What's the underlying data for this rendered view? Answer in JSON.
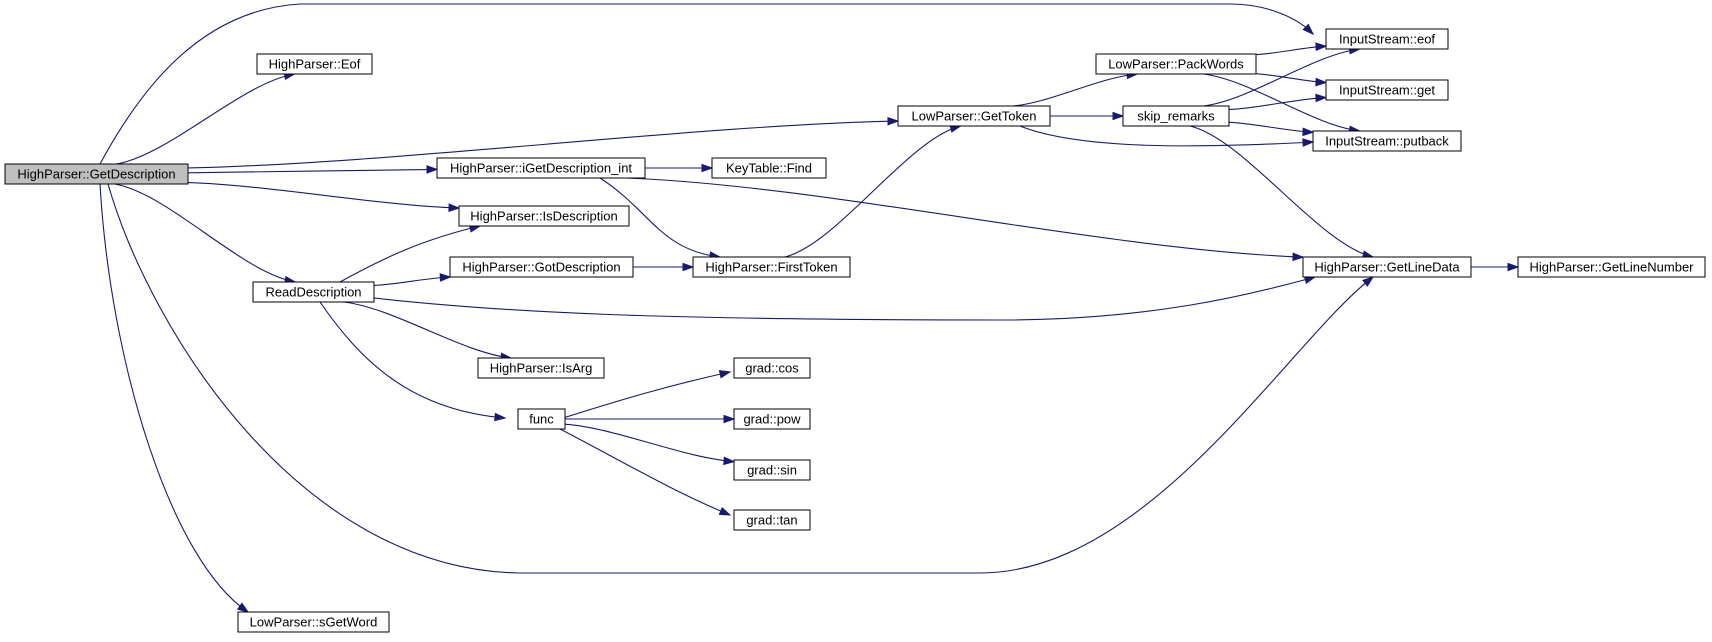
{
  "graph": {
    "root": "HighParser::GetDescription",
    "nodes": [
      {
        "id": "n_getdesc",
        "label": "HighParser::GetDescription",
        "root": true
      },
      {
        "id": "n_eof",
        "label": "HighParser::Eof"
      },
      {
        "id": "n_gettoken",
        "label": "LowParser::GetToken"
      },
      {
        "id": "n_igetdesc",
        "label": "HighParser::iGetDescription_int"
      },
      {
        "id": "n_isdesc",
        "label": "HighParser::IsDescription"
      },
      {
        "id": "n_readdesc",
        "label": "ReadDescription"
      },
      {
        "id": "n_sgetword",
        "label": "LowParser::sGetWord"
      },
      {
        "id": "n_find",
        "label": "KeyTable::Find"
      },
      {
        "id": "n_gotdesc",
        "label": "HighParser::GotDescription"
      },
      {
        "id": "n_firsttoken",
        "label": "HighParser::FirstToken"
      },
      {
        "id": "n_isarg",
        "label": "HighParser::IsArg"
      },
      {
        "id": "n_func",
        "label": "func"
      },
      {
        "id": "n_cos",
        "label": "grad::cos"
      },
      {
        "id": "n_pow",
        "label": "grad::pow"
      },
      {
        "id": "n_sin",
        "label": "grad::sin"
      },
      {
        "id": "n_tan",
        "label": "grad::tan"
      },
      {
        "id": "n_packwords",
        "label": "LowParser::PackWords"
      },
      {
        "id": "n_skip",
        "label": "skip_remarks"
      },
      {
        "id": "n_is_eof",
        "label": "InputStream::eof"
      },
      {
        "id": "n_is_get",
        "label": "InputStream::get"
      },
      {
        "id": "n_is_putback",
        "label": "InputStream::putback"
      },
      {
        "id": "n_getlinedata",
        "label": "HighParser::GetLineData"
      },
      {
        "id": "n_getlinenumber",
        "label": "HighParser::GetLineNumber"
      }
    ],
    "edges": [
      {
        "from": "n_getdesc",
        "to": "n_eof"
      },
      {
        "from": "n_getdesc",
        "to": "n_is_eof"
      },
      {
        "from": "n_getdesc",
        "to": "n_gettoken"
      },
      {
        "from": "n_getdesc",
        "to": "n_igetdesc"
      },
      {
        "from": "n_getdesc",
        "to": "n_isdesc"
      },
      {
        "from": "n_getdesc",
        "to": "n_readdesc"
      },
      {
        "from": "n_getdesc",
        "to": "n_getlinedata"
      },
      {
        "from": "n_getdesc",
        "to": "n_sgetword"
      },
      {
        "from": "n_igetdesc",
        "to": "n_find"
      },
      {
        "from": "n_igetdesc",
        "to": "n_firsttoken"
      },
      {
        "from": "n_igetdesc",
        "to": "n_getlinedata"
      },
      {
        "from": "n_readdesc",
        "to": "n_isdesc"
      },
      {
        "from": "n_readdesc",
        "to": "n_gotdesc"
      },
      {
        "from": "n_readdesc",
        "to": "n_getlinedata"
      },
      {
        "from": "n_readdesc",
        "to": "n_isarg"
      },
      {
        "from": "n_readdesc",
        "to": "n_func"
      },
      {
        "from": "n_gotdesc",
        "to": "n_firsttoken"
      },
      {
        "from": "n_firsttoken",
        "to": "n_gettoken"
      },
      {
        "from": "n_gettoken",
        "to": "n_packwords"
      },
      {
        "from": "n_gettoken",
        "to": "n_skip"
      },
      {
        "from": "n_gettoken",
        "to": "n_is_putback"
      },
      {
        "from": "n_packwords",
        "to": "n_is_eof"
      },
      {
        "from": "n_packwords",
        "to": "n_is_get"
      },
      {
        "from": "n_packwords",
        "to": "n_is_putback"
      },
      {
        "from": "n_skip",
        "to": "n_is_eof"
      },
      {
        "from": "n_skip",
        "to": "n_is_get"
      },
      {
        "from": "n_skip",
        "to": "n_is_putback"
      },
      {
        "from": "n_skip",
        "to": "n_getlinedata"
      },
      {
        "from": "n_func",
        "to": "n_cos"
      },
      {
        "from": "n_func",
        "to": "n_pow"
      },
      {
        "from": "n_func",
        "to": "n_sin"
      },
      {
        "from": "n_func",
        "to": "n_tan"
      },
      {
        "from": "n_getlinedata",
        "to": "n_getlinenumber"
      }
    ]
  }
}
